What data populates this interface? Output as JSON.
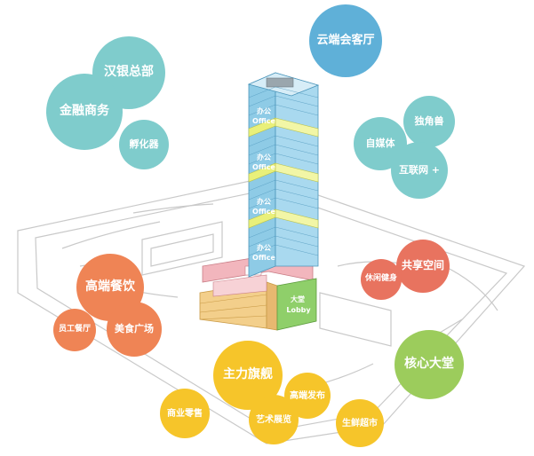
{
  "colors": {
    "teal": "#7fcccc",
    "blue": "#5fb0d8",
    "red": "#e8735f",
    "orange": "#ef8455",
    "green": "#9ccc5c",
    "yellow": "#f6c52a",
    "pink": "#f2b6bd",
    "tan": "#f3cf8b",
    "lightgreen": "#8fcf6a",
    "tower": "#8ecbe6",
    "towerband": "#e9f07a"
  },
  "bubbles": {
    "hanyin": "汉银总部",
    "finance": "金融商务",
    "incubator": "孵化器",
    "cloud": "云端会客厅",
    "unicorn": "独角兽",
    "selfmedia": "自媒体",
    "internet": "互联网 +",
    "shared": "共享空间",
    "leisure": "休闲健身",
    "dining": "高端餐饮",
    "staff": "员工餐厅",
    "food": "美食广场",
    "core": "核心大堂",
    "flagship": "主力旗舰",
    "launch": "高端发布",
    "retail": "商业零售",
    "art": "艺术展览",
    "fresh": "生鲜超市"
  },
  "tower": {
    "office_cn": "办公",
    "office_en": "Office",
    "lobby_cn": "大堂",
    "lobby_en": "Lobby"
  }
}
